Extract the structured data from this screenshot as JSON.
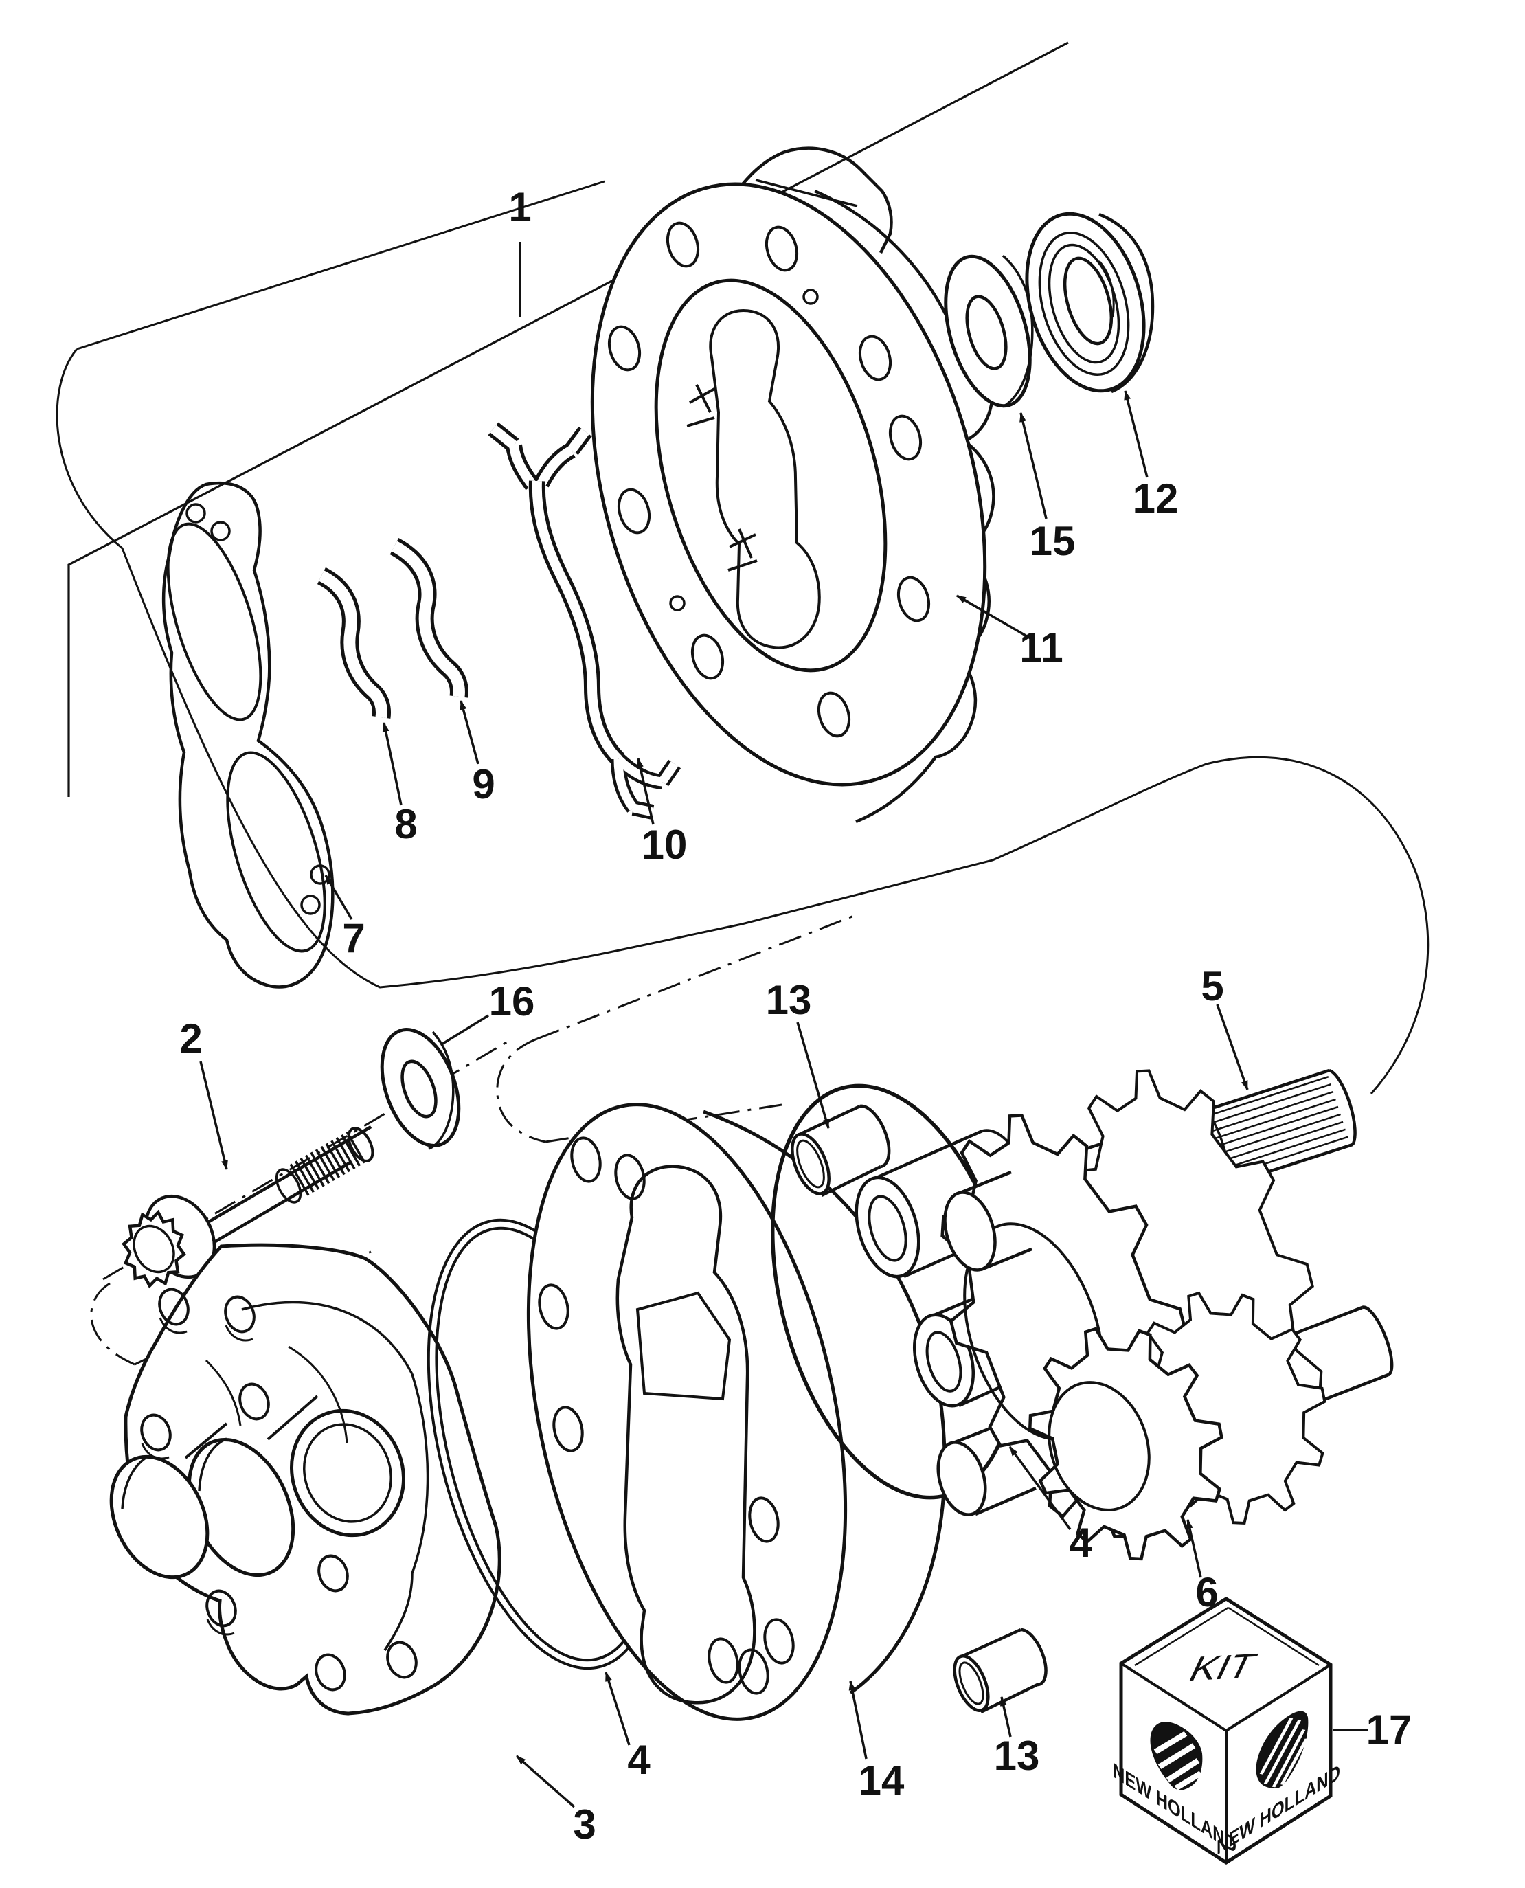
{
  "diagram": {
    "type": "exploded-parts-diagram",
    "background": "#ffffff",
    "ink_color": "#121212",
    "callouts": [
      {
        "label": "1",
        "part": "pump-assembly"
      },
      {
        "label": "2",
        "part": "flange-head-bolt"
      },
      {
        "label": "3",
        "part": "front-cover"
      },
      {
        "label": "4",
        "part": "o-ring-seal-front"
      },
      {
        "label": "4",
        "part": "o-ring-seal-rear"
      },
      {
        "label": "5",
        "part": "drive-gear-with-splined-shaft"
      },
      {
        "label": "6",
        "part": "driven-gear"
      },
      {
        "label": "7",
        "part": "gasket"
      },
      {
        "label": "8",
        "part": "spring-clip-small"
      },
      {
        "label": "9",
        "part": "spring-clip-large"
      },
      {
        "label": "10",
        "part": "retainer-spring"
      },
      {
        "label": "11",
        "part": "rear-cover"
      },
      {
        "label": "12",
        "part": "shaft-seal"
      },
      {
        "label": "13",
        "part": "dowel-pin-upper"
      },
      {
        "label": "13",
        "part": "dowel-pin-lower"
      },
      {
        "label": "14",
        "part": "pump-body"
      },
      {
        "label": "15",
        "part": "thrust-washer"
      },
      {
        "label": "16",
        "part": "flat-washer"
      },
      {
        "label": "17",
        "part": "service-kit-box"
      }
    ],
    "kit_box": {
      "top_label": "KIT",
      "brand_left": "NEW HOLLAND",
      "brand_right": "NEW HOLLAND"
    }
  }
}
